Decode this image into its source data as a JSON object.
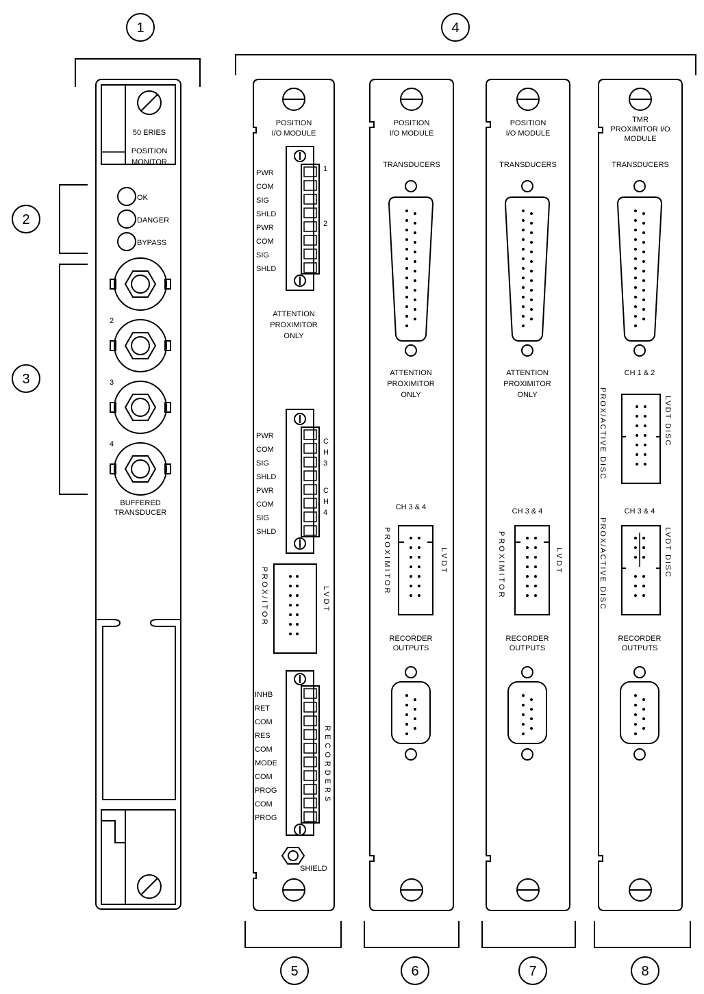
{
  "callouts": {
    "c1": "1",
    "c2": "2",
    "c3": "3",
    "c4": "4",
    "c5": "5",
    "c6": "6",
    "c7": "7",
    "c8": "8"
  },
  "monitor": {
    "label_top": "50 ERIES",
    "label_name": "POSITION MONITOR",
    "leds": [
      "OK",
      "DANGER",
      "BYPASS"
    ],
    "bnc_numbers": [
      "",
      "2",
      "3",
      "4"
    ],
    "bottom_label": "BUFFERED TRANSDUCER"
  },
  "module5": {
    "title": "POSITION I/O MODULE",
    "terminal1": {
      "labels": [
        "PWR",
        "COM",
        "SIG",
        "SHLD",
        "PWR",
        "COM",
        "SIG",
        "SHLD"
      ],
      "side": [
        "1",
        "",
        "",
        "",
        "2",
        "",
        "",
        ""
      ]
    },
    "note": "ATTENTION PROXIMITOR ONLY",
    "terminal2": {
      "labels": [
        "PWR",
        "COM",
        "SIG",
        "SHLD",
        "PWR",
        "COM",
        "SIG",
        "SHLD"
      ],
      "side": [
        "C",
        "H",
        "3",
        "",
        "C",
        "H",
        "4",
        ""
      ]
    },
    "dsub_left": "PROX/ITOR",
    "dsub_right": "LVDT",
    "terminal3": {
      "labels": [
        "INHB",
        "RET",
        "COM",
        "RES",
        "COM",
        "MODE",
        "COM",
        "PROG",
        "COM",
        "PROG"
      ],
      "side": "RECORDERS"
    },
    "shield": "SHIELD"
  },
  "module6": {
    "title": "POSITION I/O MODULE",
    "transducers": "TRANSDUCERS",
    "note": "ATTENTION PROXIMITOR ONLY",
    "ch": "CH 3 & 4",
    "left_vert": "PROXIMITOR",
    "right_vert": "LVDT",
    "rec": "RECORDER OUTPUTS"
  },
  "module7": {
    "title": "POSITION I/O MODULE",
    "transducers": "TRANSDUCERS",
    "note": "ATTENTION PROXIMITOR ONLY",
    "ch": "CH 3 & 4",
    "left_vert": "PROXIMITOR",
    "right_vert": "LVDT",
    "rec": "RECORDER OUTPUTS"
  },
  "module8": {
    "title": "TMR PROXIMITOR I/O MODULE",
    "transducers": "TRANSDUCERS",
    "note": "CH 1 & 2",
    "ch": "CH 3 & 4",
    "left_vert1": "PROX/ACTIVE DISC",
    "right_vert1": "LVDT DISC",
    "left_vert2": "PROX/ACTIVE DISC",
    "right_vert2": "LVDT DISC",
    "rec": "RECORDER OUTPUTS"
  }
}
